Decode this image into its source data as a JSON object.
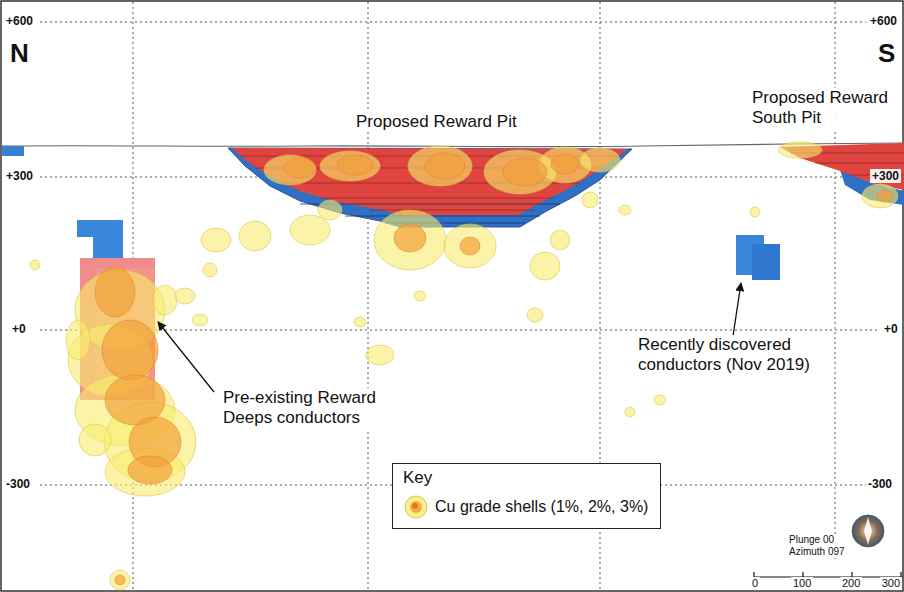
{
  "diagram": {
    "nodes": [
      {
        "text": [
          "Key"
        ]
      }
    ],
    "labels": [
      "+600",
      "+600",
      "N",
      "S",
      "Proposed Reward Pit",
      "Proposed Reward South Pit",
      "+300",
      "+300",
      "+0",
      "+0",
      "Pre-existing Reward Deeps conductors",
      "Recently discovered conductors (Nov 2019)",
      "-300",
      "-300",
      "Plunge 00",
      "Azimuth 097",
      "0",
      "100",
      "200",
      "300"
    ],
    "legend": [
      {
        "text": "Cu grade shells (1%, 2%, 3%)"
      }
    ]
  }
}
